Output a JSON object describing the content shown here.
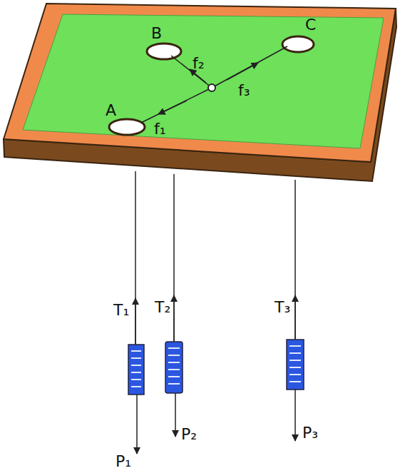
{
  "diagram": {
    "labels": [
      "B",
      "f₂",
      "C",
      "A",
      "f₁",
      "f₃",
      "T₁",
      "T₂",
      "T₃",
      "P₁",
      "P₂",
      "P₃"
    ]
  }
}
